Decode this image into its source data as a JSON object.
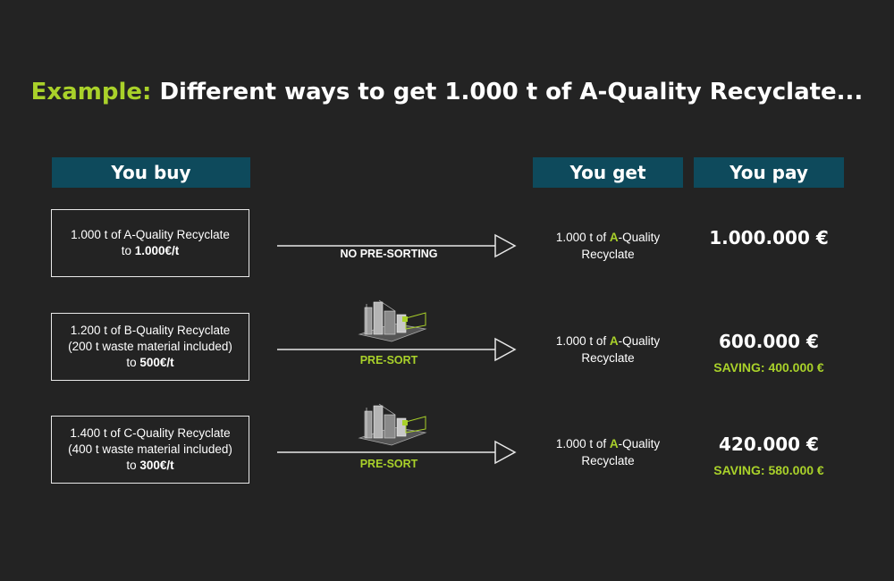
{
  "title": {
    "prefix": "Example:",
    "text": "Different ways to get 1.000 t of A-Quality Recyclate..."
  },
  "headers": {
    "buy": "You buy",
    "get": "You get",
    "pay": "You pay"
  },
  "colors": {
    "accent": "#a9d12a",
    "header_bg": "#0e4a5c",
    "background": "#232323"
  },
  "rows": [
    {
      "buy_line1": "1.000 t of A-Quality Recyclate",
      "buy_line2": "",
      "buy_price_prefix": "to ",
      "buy_price": "1.000€/t",
      "process": "NO PRE-SORTING",
      "has_machine": false,
      "get_prefix": "1.000 t of ",
      "get_quality": "A",
      "get_suffix": "-Quality",
      "get_line2": "Recyclate",
      "pay": "1.000.000 €",
      "saving": ""
    },
    {
      "buy_line1": "1.200 t of B-Quality Recyclate",
      "buy_line2": "(200 t waste material included)",
      "buy_price_prefix": "to ",
      "buy_price": "500€/t",
      "process": "PRE-SORT",
      "has_machine": true,
      "get_prefix": "1.000 t of ",
      "get_quality": "A",
      "get_suffix": "-Quality",
      "get_line2": "Recyclate",
      "pay": "600.000 €",
      "saving": "SAVING: 400.000 €"
    },
    {
      "buy_line1": "1.400 t of C-Quality Recyclate",
      "buy_line2": "(400 t waste material included)",
      "buy_price_prefix": "to ",
      "buy_price": "300€/t",
      "process": "PRE-SORT",
      "has_machine": true,
      "get_prefix": "1.000 t of ",
      "get_quality": "A",
      "get_suffix": "-Quality",
      "get_line2": "Recyclate",
      "pay": "420.000 €",
      "saving": "SAVING: 580.000 €"
    }
  ]
}
